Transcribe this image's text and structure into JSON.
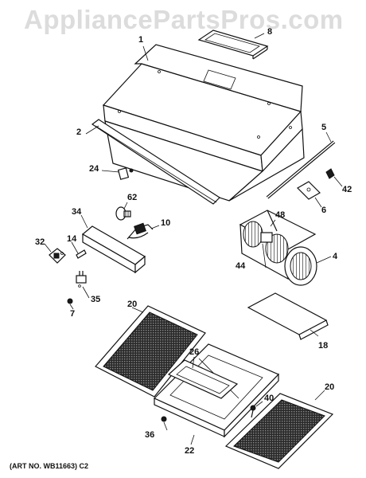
{
  "watermark": "AppliancePartsPros.com",
  "art_number": "(ART NO. WB11663) C2",
  "callouts": {
    "p1": "1",
    "p2": "2",
    "p4": "4",
    "p5": "5",
    "p6": "6",
    "p7": "7",
    "p8": "8",
    "p10": "10",
    "p14": "14",
    "p18": "18",
    "p20a": "20",
    "p20b": "20",
    "p22": "22",
    "p24": "24",
    "p26": "26",
    "p32": "32",
    "p34": "34",
    "p35": "35",
    "p36": "36",
    "p40": "40",
    "p42": "42",
    "p44": "44",
    "p48": "48",
    "p62": "62"
  }
}
